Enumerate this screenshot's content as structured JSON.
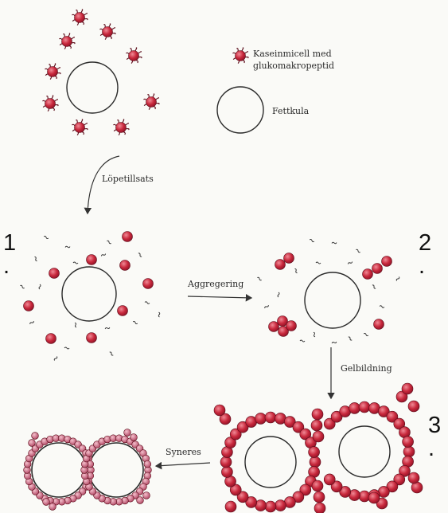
{
  "legend": {
    "micelle_line1": "Kaseinmicell med",
    "micelle_line2": "glukomakropeptid",
    "fat_globule": "Fettkula"
  },
  "steps": {
    "rennet": "Löpetillsats",
    "aggregation": "Aggregering",
    "gel_formation": "Gelbildning",
    "syneresis": "Syneres"
  },
  "stage_numbers": [
    {
      "number": "1",
      "dot": "."
    },
    {
      "number": "2",
      "dot": "."
    },
    {
      "number": "3",
      "dot": "."
    }
  ],
  "colors": {
    "micelle": "#c8283c",
    "micelle_highlight": "#f08a96",
    "outline": "#2a2a2a",
    "syneresis_chain": "#c25870",
    "background": "#fafaf7"
  },
  "icons": [
    "hairy-micelle-icon",
    "fat-globule-icon",
    "arrow-icon"
  ]
}
